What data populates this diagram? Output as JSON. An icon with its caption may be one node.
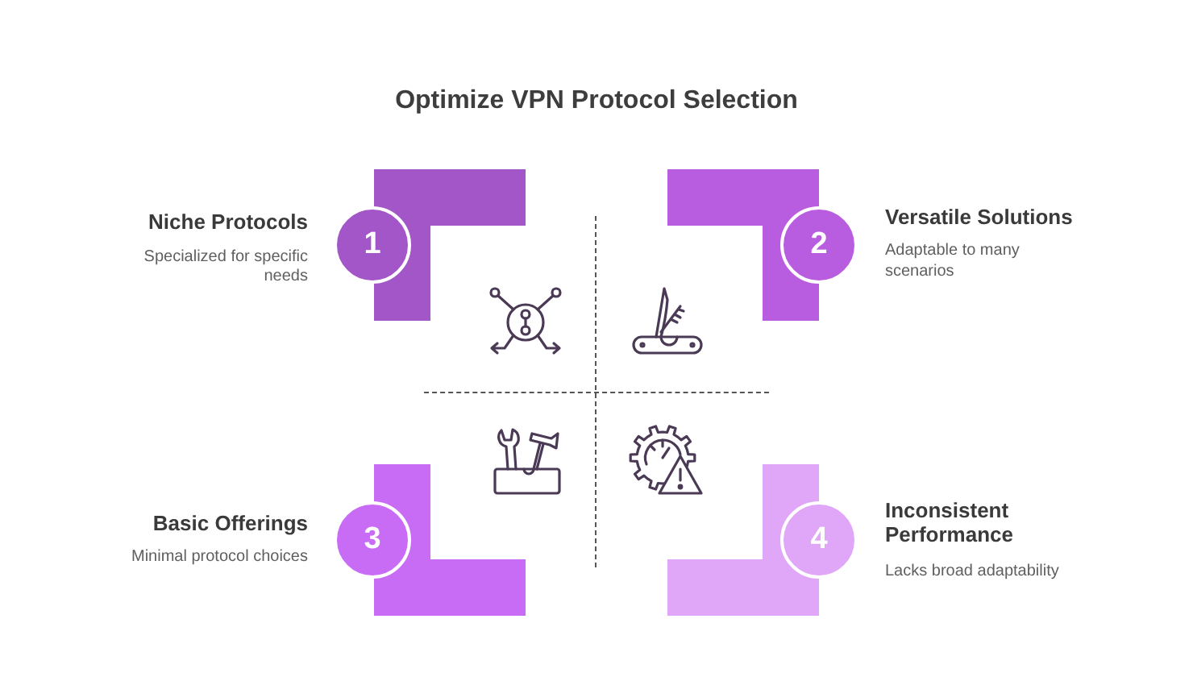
{
  "diagram": {
    "title": "Optimize VPN Protocol Selection",
    "nodes": [
      {
        "text": [
          "1",
          "Niche Protocols",
          "Specialized for specific needs"
        ]
      },
      {
        "text": [
          "2",
          "Versatile Solutions",
          "Adaptable to many scenarios"
        ]
      },
      {
        "text": [
          "3",
          "Basic Offerings",
          "Minimal protocol choices"
        ]
      },
      {
        "text": [
          "4",
          "Inconsistent Performance",
          "Lacks broad adaptability"
        ]
      }
    ]
  }
}
